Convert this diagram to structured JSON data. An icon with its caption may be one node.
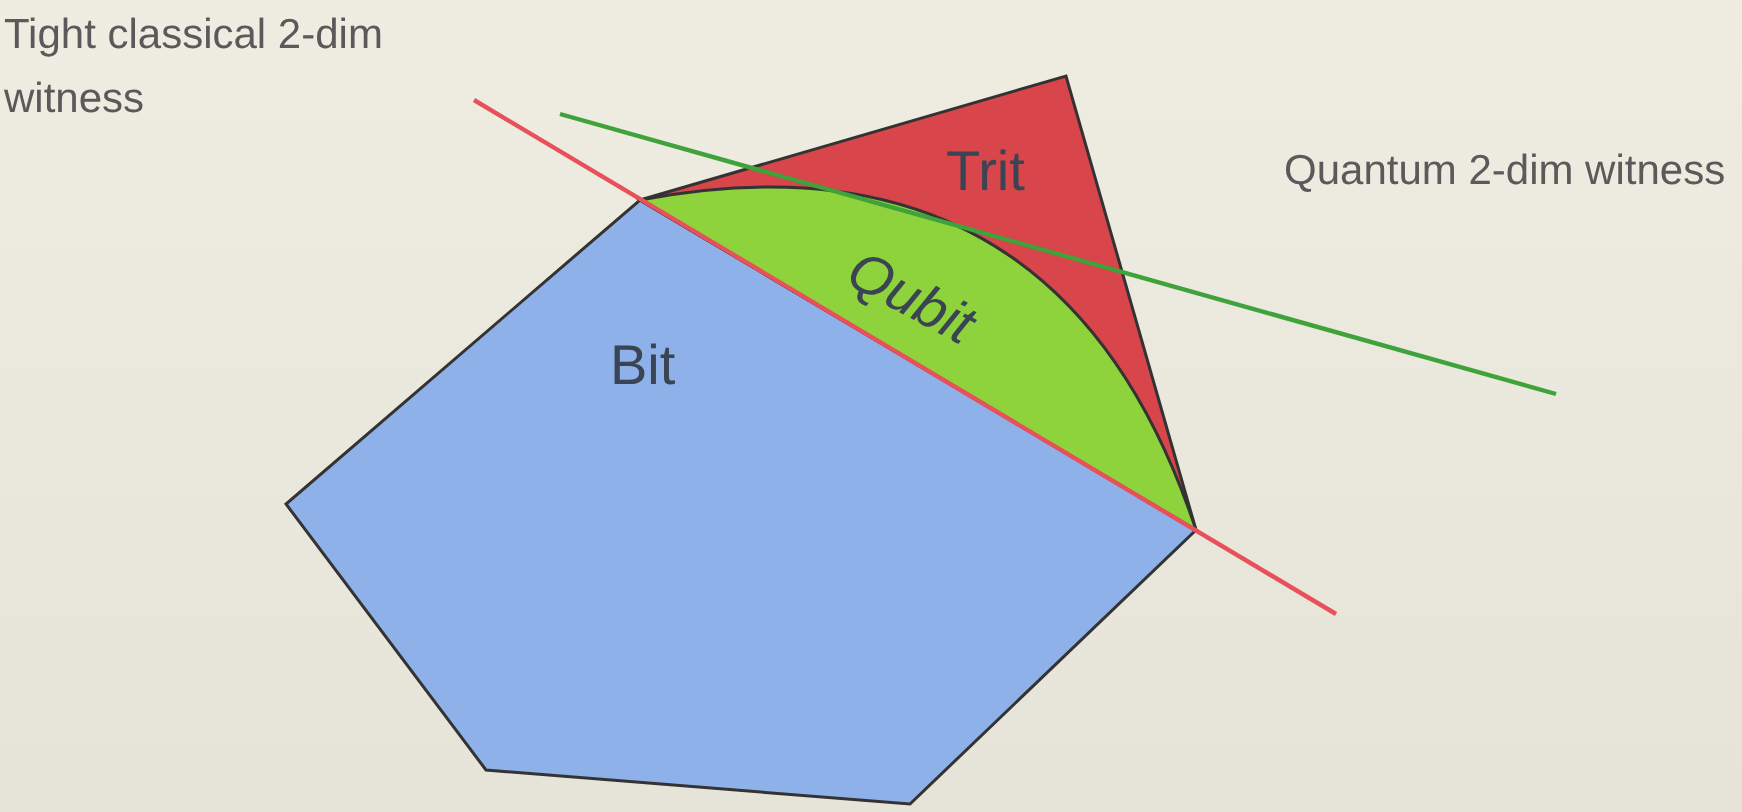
{
  "diagram": {
    "nodes": [
      {
        "text": [
          "Bit"
        ]
      },
      {
        "text": [
          "Trit"
        ]
      },
      {
        "text": [
          "Qubit"
        ],
        "in": 1
      }
    ],
    "edges": [],
    "labels": [
      "Tight classical 2-dim witness",
      "Quantum 2-dim witness"
    ]
  }
}
